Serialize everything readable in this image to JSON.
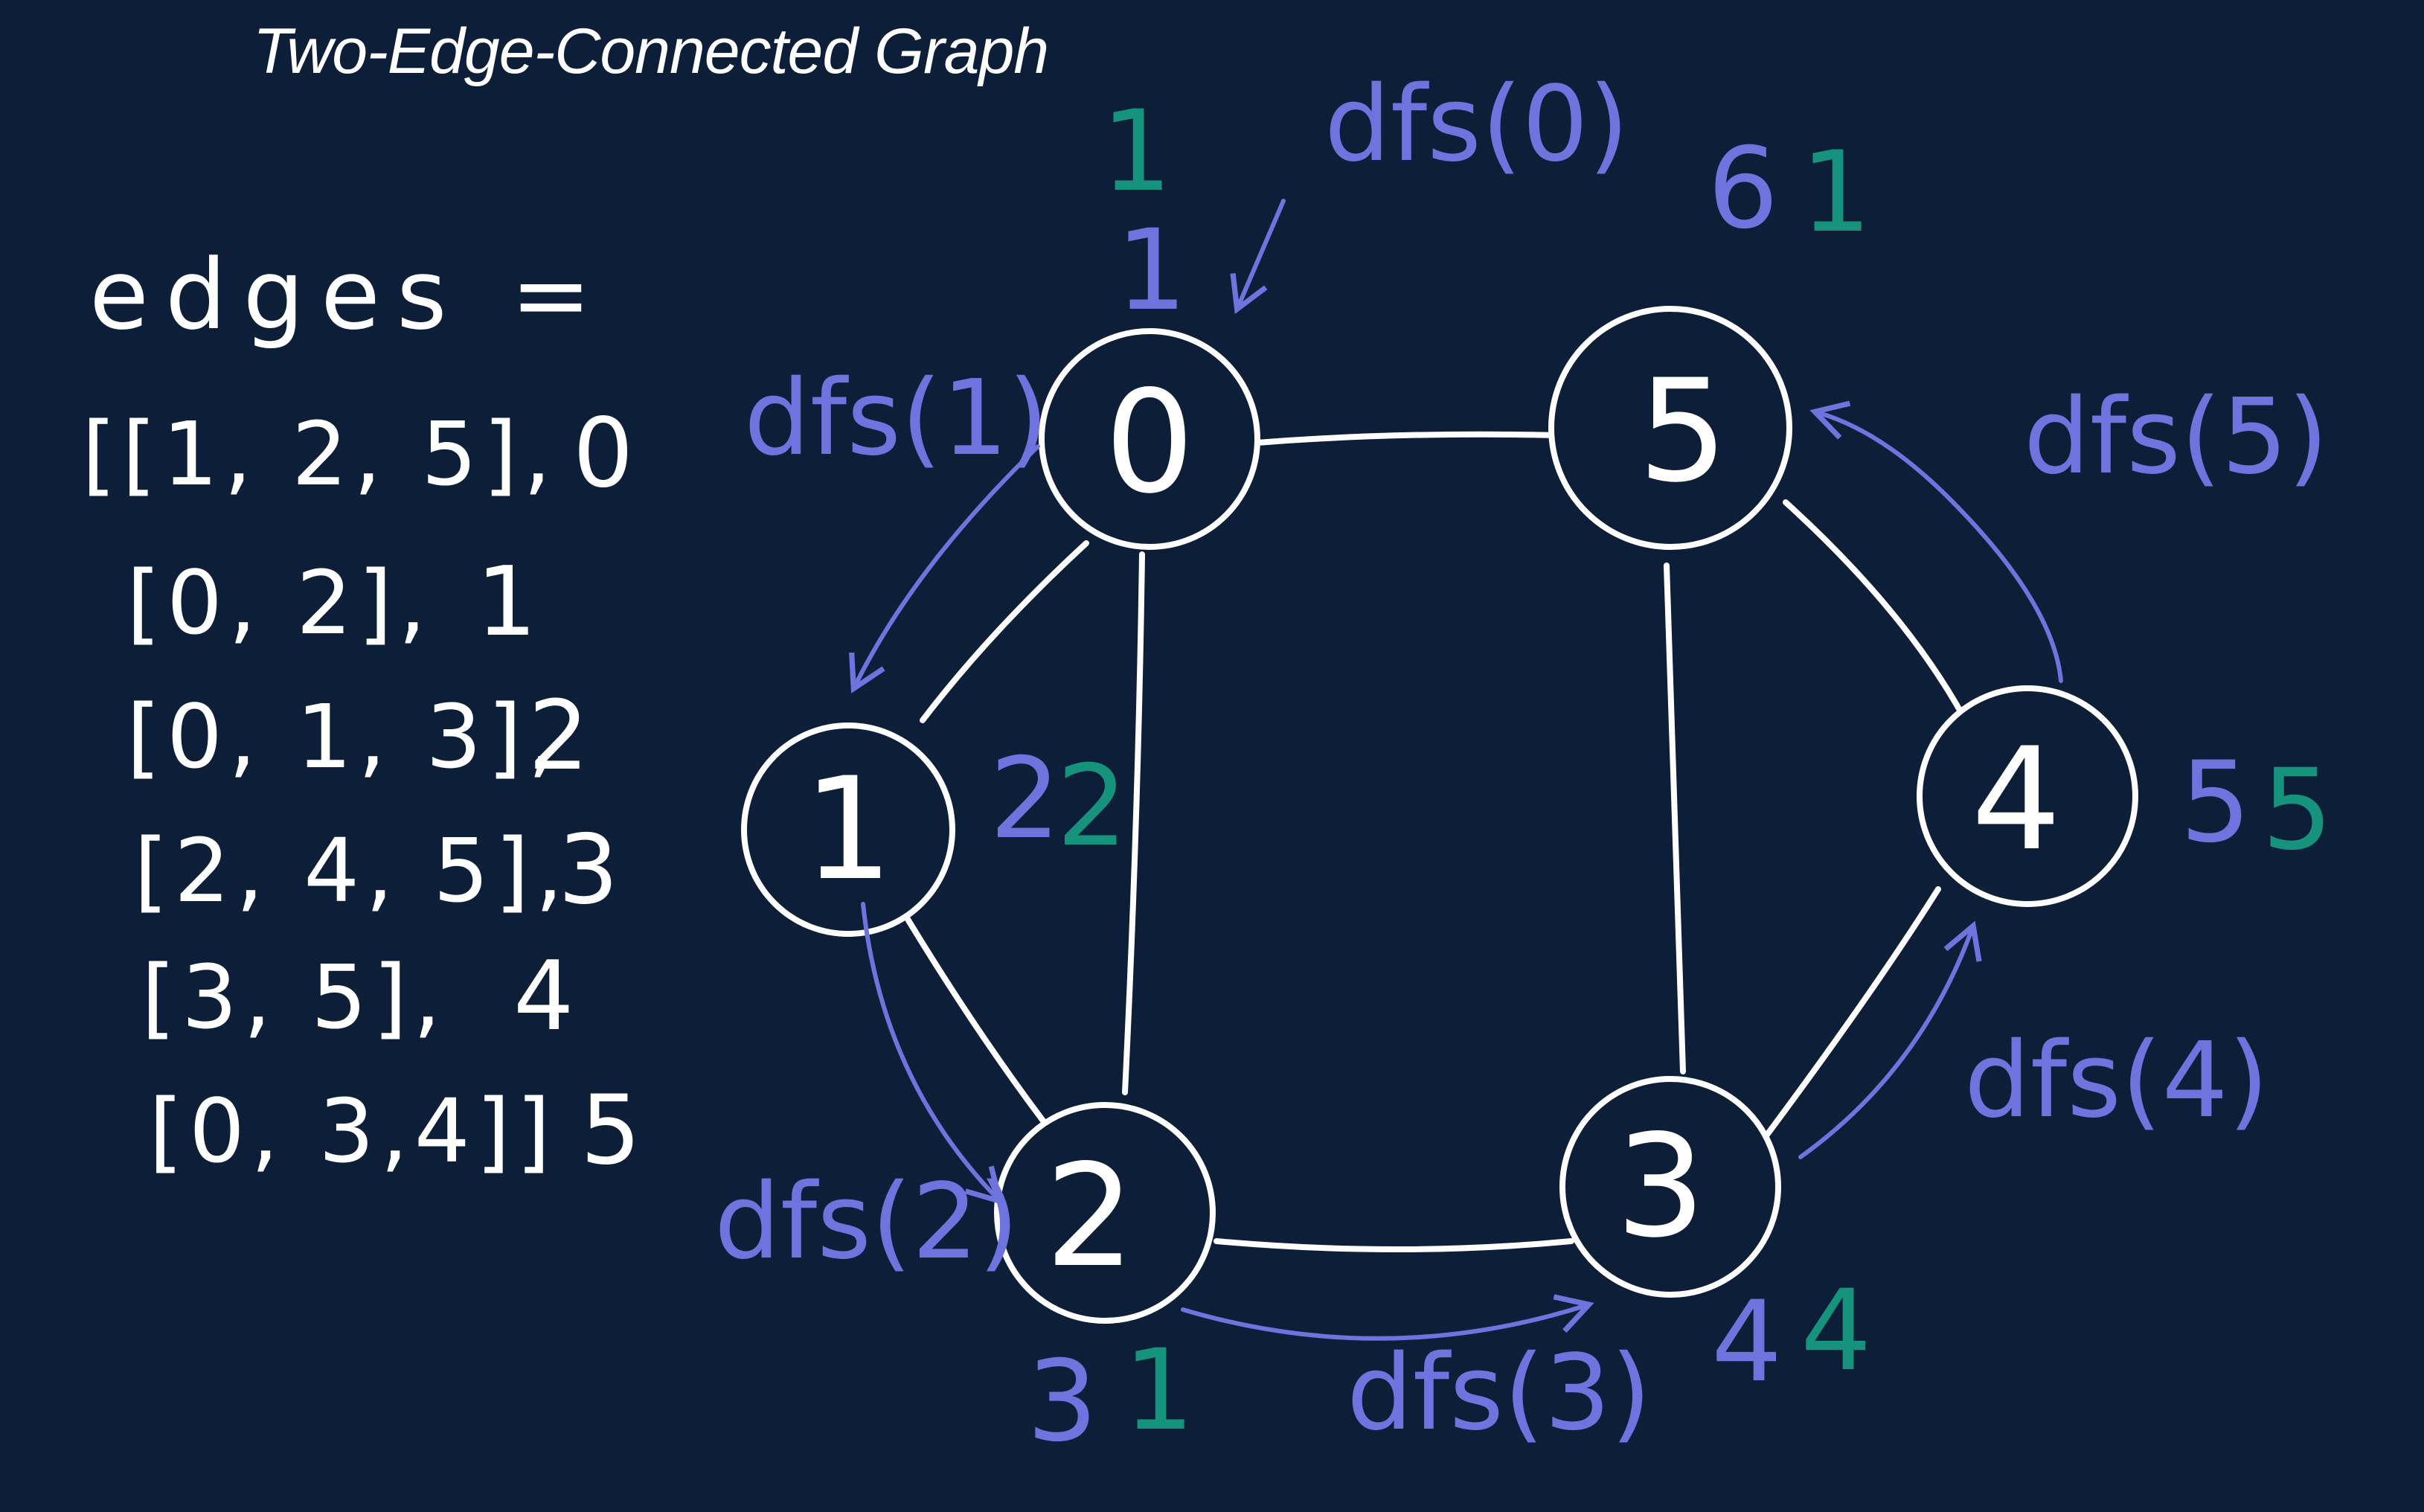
{
  "title": "Two-Edge-Connected Graph",
  "edges_label": "edges =",
  "edges": [
    {
      "list": "[[1, 2, 5],",
      "index": "0"
    },
    {
      "list": "[0, 2],",
      "index": "1"
    },
    {
      "list": "[0, 1, 3],",
      "index": "2"
    },
    {
      "list": "[2, 4, 5],",
      "index": "3"
    },
    {
      "list": "[3, 5],",
      "index": "4"
    },
    {
      "list": "[0, 3,4]]",
      "index": "5"
    }
  ],
  "nodes": [
    {
      "id": "0",
      "discovery": "1",
      "low": "1"
    },
    {
      "id": "1",
      "discovery": "2",
      "low": "2"
    },
    {
      "id": "2",
      "discovery": "3",
      "low": "1"
    },
    {
      "id": "3",
      "discovery": "4",
      "low": "4"
    },
    {
      "id": "4",
      "discovery": "5",
      "low": "5"
    },
    {
      "id": "5",
      "discovery": "6",
      "low": "1"
    }
  ],
  "dfs_calls": [
    "dfs(0)",
    "dfs(1)",
    "dfs(2)",
    "dfs(3)",
    "dfs(4)",
    "dfs(5)"
  ],
  "colors": {
    "background": "#0d1f38",
    "ink": "#ffffff",
    "dfs": "#6f73dd",
    "low": "#16937d"
  }
}
